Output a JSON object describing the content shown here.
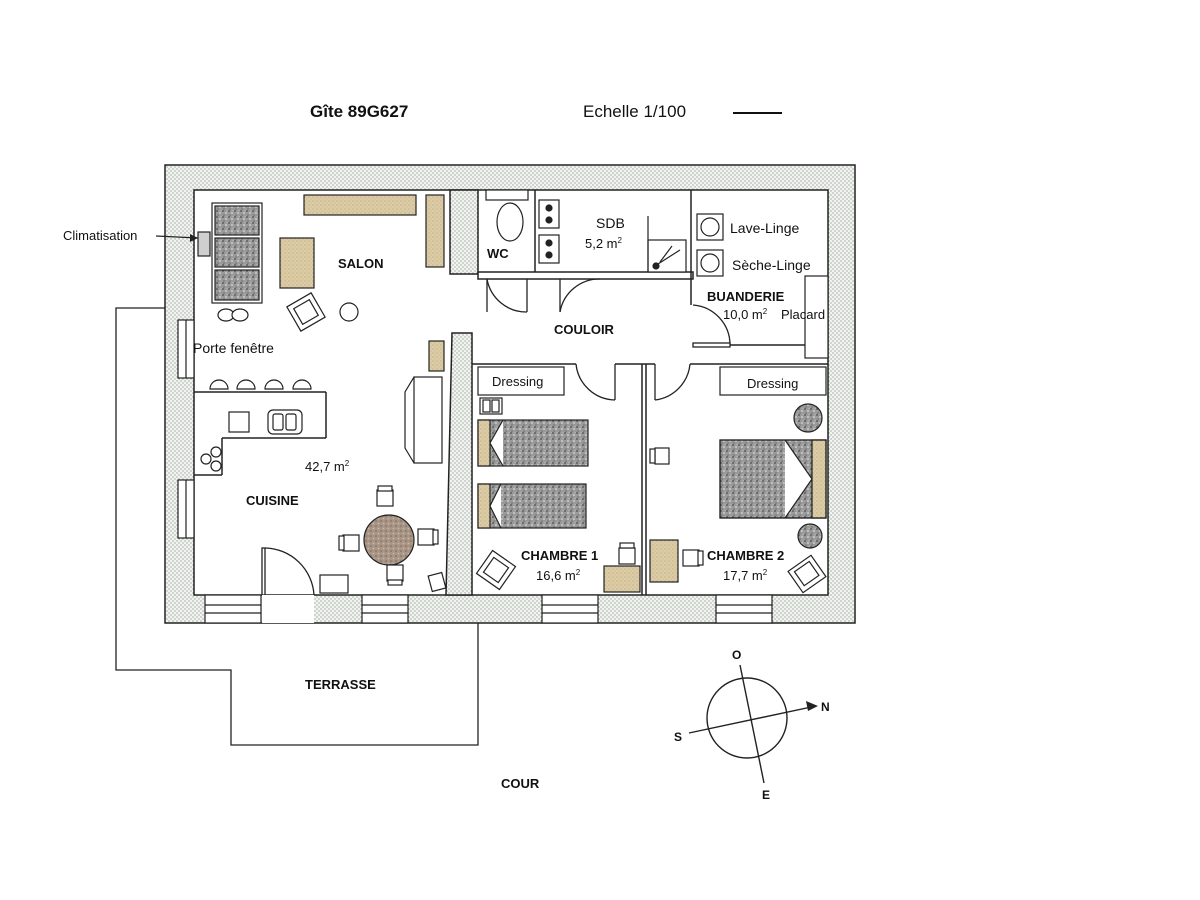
{
  "header": {
    "title": "Gîte 89G627",
    "scale": "Echelle 1/100"
  },
  "rooms": {
    "salon": "SALON",
    "cuisine": "CUISINE",
    "living_area": "42,7 m",
    "wc": "WC",
    "sdb": "SDB",
    "sdb_area": "5,2 m",
    "couloir": "COULOIR",
    "buanderie": "BUANDERIE",
    "buanderie_area": "10,0 m",
    "placard": "Placard",
    "dressing_1": "Dressing",
    "dressing_2": "Dressing",
    "chambre1": "CHAMBRE 1",
    "chambre1_area": "16,6 m",
    "chambre2": "CHAMBRE 2",
    "chambre2_area": "17,7 m",
    "terrasse": "TERRASSE",
    "cour": "COUR"
  },
  "annotations": {
    "climatisation": "Climatisation",
    "porte_fenetre": "Porte fenêtre",
    "lave_linge": "Lave-Linge",
    "seche_linge": "Sèche-Linge",
    "area_unit_sup": "2"
  },
  "compass": {
    "north": "N",
    "south": "S",
    "east": "E",
    "west": "O"
  },
  "colors": {
    "wall_fill": "#e9ede9",
    "granite": "#8e8e8e",
    "wood": "#d9c8a2",
    "table": "#9a8876"
  }
}
